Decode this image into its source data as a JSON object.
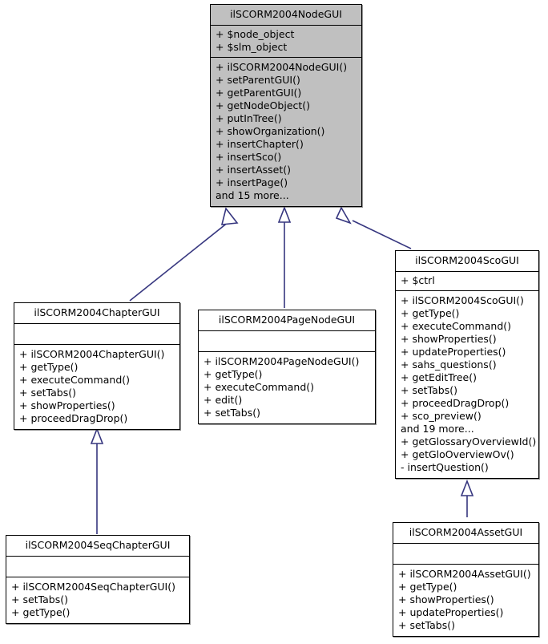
{
  "diagram": {
    "type": "uml-class-inheritance",
    "edge_color": "#36367f",
    "root_fill": "#c0c0c0",
    "box_fill": "#ffffff",
    "border_color": "#000000"
  },
  "classes": [
    {
      "id": "node",
      "name": "ilSCORM2004NodeGUI",
      "attributes": [
        "+ $node_object",
        "+ $slm_object"
      ],
      "operations": [
        "+ ilSCORM2004NodeGUI()",
        "+ setParentGUI()",
        "+ getParentGUI()",
        "+ getNodeObject()",
        "+ putInTree()",
        "+ showOrganization()",
        "+ insertChapter()",
        "+ insertSco()",
        "+ insertAsset()",
        "+ insertPage()",
        "and 15 more..."
      ]
    },
    {
      "id": "chapter",
      "name": "ilSCORM2004ChapterGUI",
      "attributes": [],
      "operations": [
        "+ ilSCORM2004ChapterGUI()",
        "+ getType()",
        "+ executeCommand()",
        "+ setTabs()",
        "+ showProperties()",
        "+ proceedDragDrop()"
      ]
    },
    {
      "id": "pagenode",
      "name": "ilSCORM2004PageNodeGUI",
      "attributes": [],
      "operations": [
        "+ ilSCORM2004PageNodeGUI()",
        "+ getType()",
        "+ executeCommand()",
        "+ edit()",
        "+ setTabs()"
      ]
    },
    {
      "id": "sco",
      "name": "ilSCORM2004ScoGUI",
      "attributes": [
        "+ $ctrl"
      ],
      "operations": [
        "+ ilSCORM2004ScoGUI()",
        "+ getType()",
        "+ executeCommand()",
        "+ showProperties()",
        "+ updateProperties()",
        "+ sahs_questions()",
        "+ getEditTree()",
        "+ setTabs()",
        "+ proceedDragDrop()",
        "+ sco_preview()",
        "and 19 more...",
        "+ getGlossaryOverviewId()",
        "+ getGloOverviewOv()",
        "- insertQuestion()"
      ]
    },
    {
      "id": "seqchapter",
      "name": "ilSCORM2004SeqChapterGUI",
      "attributes": [],
      "operations": [
        "+ ilSCORM2004SeqChapterGUI()",
        "+ setTabs()",
        "+ getType()"
      ]
    },
    {
      "id": "asset",
      "name": "ilSCORM2004AssetGUI",
      "attributes": [],
      "operations": [
        "+ ilSCORM2004AssetGUI()",
        "+ getType()",
        "+ showProperties()",
        "+ updateProperties()",
        "+ setTabs()"
      ]
    }
  ],
  "relations": [
    {
      "from": "chapter",
      "to": "node",
      "kind": "generalization"
    },
    {
      "from": "pagenode",
      "to": "node",
      "kind": "generalization"
    },
    {
      "from": "sco",
      "to": "node",
      "kind": "generalization"
    },
    {
      "from": "seqchapter",
      "to": "chapter",
      "kind": "generalization"
    },
    {
      "from": "asset",
      "to": "sco",
      "kind": "generalization"
    }
  ]
}
